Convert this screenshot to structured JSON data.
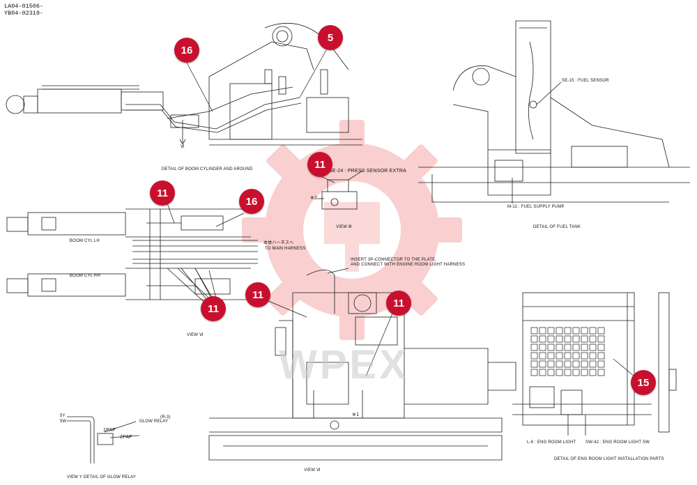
{
  "doc_ids": [
    "LA04-01506-",
    "YB04-02319-"
  ],
  "captions": {
    "boom_detail": "DETAIL OF BOOM CYLINDER AND AROUND",
    "view_iii": "VIEW Ⅲ",
    "fuel_tank": "DETAIL OF FUEL TANK",
    "view_vi_left": "VIEW Ⅵ",
    "view_vi_center": "VIEW Ⅵ",
    "view_y": "VIEW Y   DETAIL OF GLOW RELAY",
    "eng_room": "DETAIL OF ENG ROOM LIGHT INSTALLATION PARTS"
  },
  "labels": {
    "press_sensor": "SE-24 : PRESS SENSOR EXTRA",
    "mark2": "※2",
    "mark1": "※1",
    "fuel_sensor": "SE-15 : FUEL SENSOR",
    "fuel_pump": "M-11 : FUEL SUPPLY PUMP",
    "boom_lh": "BOOM CYL LH",
    "boom_rh": "BOOM CYL RH",
    "main_harness_jp": "本体ハーネスへ",
    "main_harness": "TO MAIN HARNESS",
    "insert_note_1": "INSERT 3P-CONNECTOR TO THE PLATE,",
    "insert_note_2": "AND CONNECT WITH ENGINE ROOM LIGHT HARNESS",
    "v_mark": "Ⅵ",
    "wire_5y": "5Y",
    "wire_5w": "5W",
    "glow_relay": "GLOW RELAY",
    "r3": "(R-3)",
    "pin_1paf": "1PAF",
    "pin_2paf": "2PAF",
    "eng_light": "L-6 : ENG ROOM LIGHT",
    "eng_light_sw": "SW-42 : ENG ROOM LIGHT SW"
  },
  "callouts": [
    "16",
    "5",
    "11",
    "11",
    "16",
    "11",
    "11",
    "11",
    "15"
  ],
  "watermark": "WPEX",
  "colors": {
    "callout": "#c8102e",
    "watermark": "#f3a3a3",
    "line": "#1a1a1a"
  }
}
